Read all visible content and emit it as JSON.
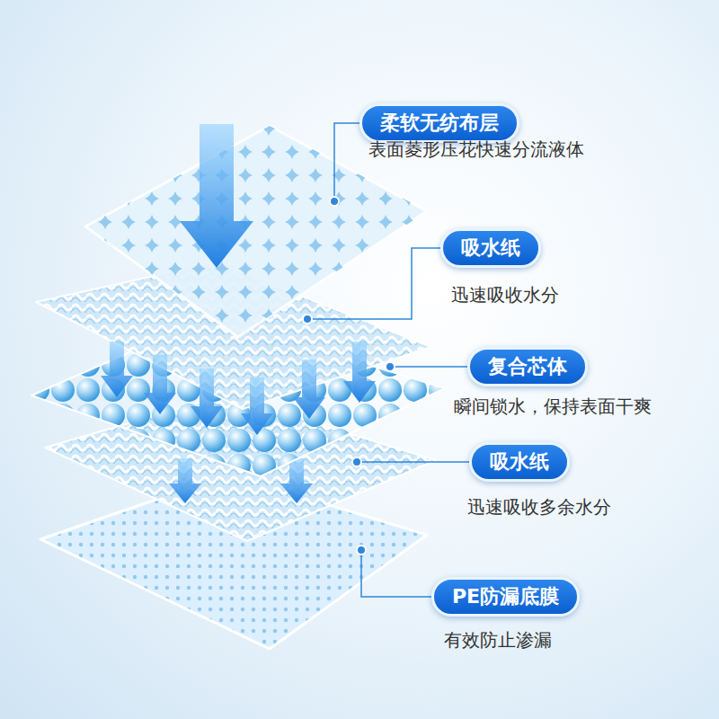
{
  "diagram": {
    "nodes": [
      {
        "text": [
          "柔软无纺布层"
        ]
      },
      {
        "text": [
          "吸水纸"
        ]
      },
      {
        "text": [
          "复合芯体"
        ]
      },
      {
        "text": [
          "吸水纸"
        ]
      },
      {
        "text": [
          "PE防漏底膜"
        ]
      }
    ],
    "labels": [
      "表面菱形压花快速分流液体",
      "迅速吸收水分",
      "瞬间锁水，保持表面干爽",
      "迅速吸收多余水分",
      "有效防止渗漏"
    ]
  }
}
